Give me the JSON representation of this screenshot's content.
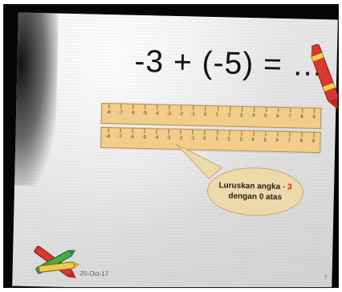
{
  "slide": {
    "title": "-3 + (-5) = …",
    "number_line": {
      "labels": [
        "-8",
        "-7",
        "-6",
        "-5",
        "-4",
        "-3",
        "-2",
        "-1",
        "0",
        "1",
        "2",
        "3",
        "4",
        "5",
        "6",
        "7",
        "8",
        "9"
      ]
    },
    "callout": {
      "text_before": "Luruskan angka ",
      "highlight": "- 3",
      "line2": "dengan 0 atas"
    },
    "footer": {
      "date": "20-Oct-17",
      "page": "7"
    },
    "colors": {
      "ruler": "#f2cd8a",
      "callout": "#eed9aa",
      "highlight": "#d11f1f"
    },
    "icons": [
      "crayon-icon",
      "crayons-bundle-icon"
    ]
  }
}
